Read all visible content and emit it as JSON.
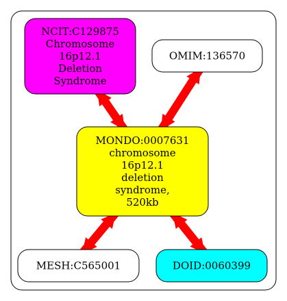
{
  "colors": {
    "edge": "#ff0000",
    "node_stroke": "#000000",
    "cluster_stroke": "#000000",
    "background": "#ffffff"
  },
  "nodes": [
    {
      "id": "ncit",
      "lines": [
        "NCIT:C129875",
        "Chromosome",
        "16p12.1",
        "Deletion",
        "Syndrome"
      ],
      "fill": "#ff00ff"
    },
    {
      "id": "omim",
      "lines": [
        "OMIM:136570"
      ],
      "fill": "#ffffff"
    },
    {
      "id": "mondo",
      "lines": [
        "MONDO:0007631",
        "chromosome",
        "16p12.1",
        "deletion",
        "syndrome,",
        "520kb"
      ],
      "fill": "#ffff00"
    },
    {
      "id": "mesh",
      "lines": [
        "MESH:C565001"
      ],
      "fill": "#ffffff"
    },
    {
      "id": "doid",
      "lines": [
        "DOID:0060399"
      ],
      "fill": "#00ffff"
    }
  ],
  "edges": [
    {
      "from": "ncit",
      "to": "mondo"
    },
    {
      "from": "omim",
      "to": "mondo"
    },
    {
      "from": "mondo",
      "to": "mesh"
    },
    {
      "from": "mondo",
      "to": "doid"
    }
  ]
}
